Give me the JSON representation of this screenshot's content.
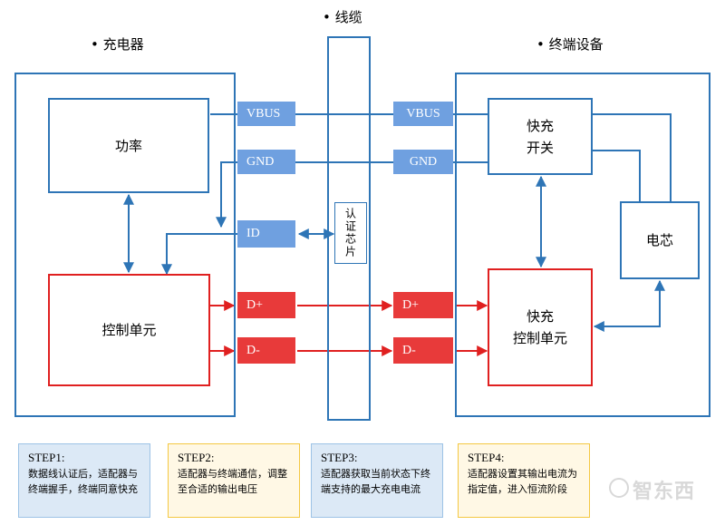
{
  "titles": {
    "charger": "• 充电器",
    "cable": "• 线缆",
    "device": "• 终端设备"
  },
  "blocks": {
    "power": "功率",
    "control_left": "控制单元",
    "fast_switch": "快充\n开关",
    "battery": "电芯",
    "fast_control": "快充\n控制单元",
    "auth_chip": "认证芯片"
  },
  "pins": {
    "vbus_left": "VBUS",
    "gnd_left": "GND",
    "id": "ID",
    "dplus_left": "D+",
    "dminus_left": "D-",
    "vbus_right": "VBUS",
    "gnd_right": "GND",
    "dplus_right": "D+",
    "dminus_right": "D-"
  },
  "steps": [
    {
      "head": "STEP1:",
      "body": "数据线认证后，适配器与终端握手，终端同意快充"
    },
    {
      "head": "STEP2:",
      "body": "适配器与终端通信，调整至合适的输出电压"
    },
    {
      "head": "STEP3:",
      "body": "适配器获取当前状态下终端支持的最大充电电流"
    },
    {
      "head": "STEP4:",
      "body": "适配器设置其输出电流为指定值，进入恒流阶段"
    }
  ],
  "colors": {
    "blue_line": "#2e75b6",
    "blue_pin": "#6fa0e0",
    "red_line": "#e02020",
    "red_pin": "#e83a3a"
  },
  "watermark": "智东西"
}
